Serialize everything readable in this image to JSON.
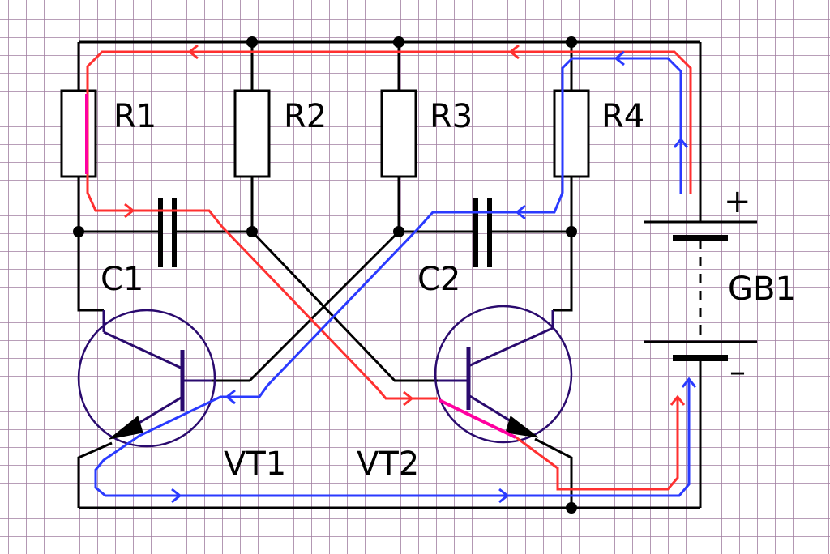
{
  "diagram": {
    "title": "",
    "labels": {
      "r1": "R1",
      "r2": "R2",
      "r3": "R3",
      "r4": "R4",
      "c1": "C1",
      "c2": "C2",
      "vt1": "VT1",
      "vt2": "VT2",
      "gb1": "GB1",
      "plus": "+",
      "minus": "–"
    }
  },
  "colors": {
    "grid": "#a07ea0",
    "wire": "#000000",
    "transistor": "#2a0a6e",
    "path_red": "#ff3030",
    "path_blue": "#2a3aff",
    "path_magenta": "#ff00a0"
  }
}
